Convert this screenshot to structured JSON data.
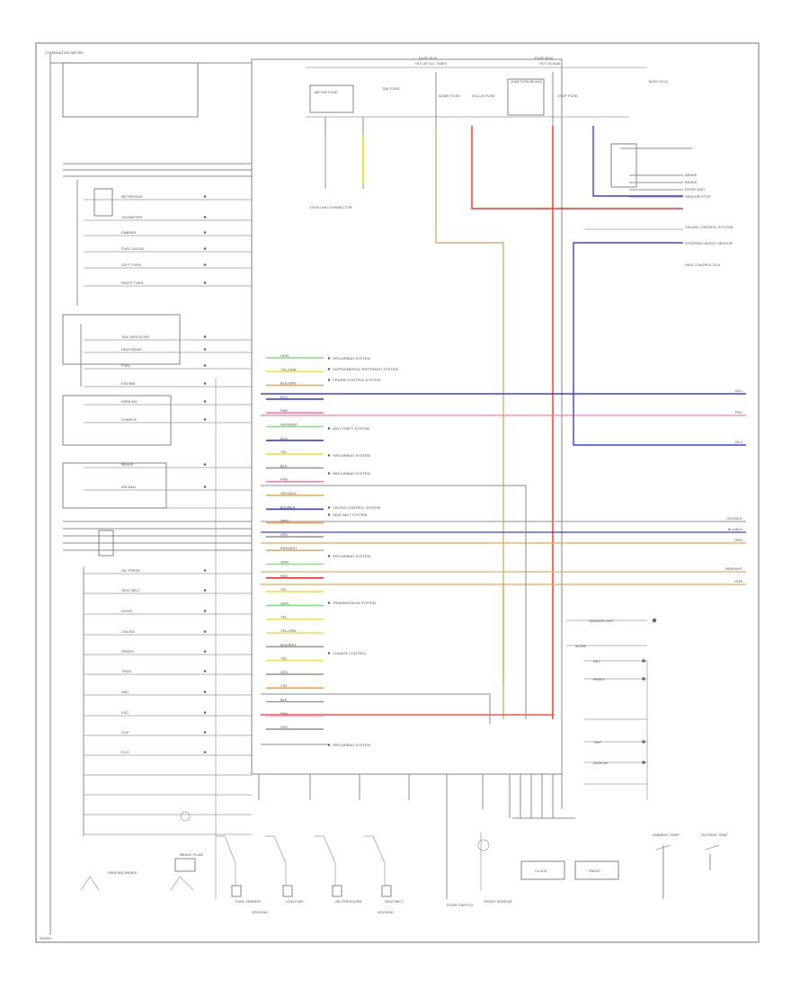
{
  "diagram": {
    "corner_label": "COMBINATION METER",
    "footer_label": "3/00/01",
    "colors": {
      "blue": "#3b3bff",
      "red": "#ff2b2b",
      "tan": "#d9b070",
      "orange": "#f5a34a",
      "yellow": "#f0e23c",
      "green": "#7ee07e",
      "pink": "#ff7aa6",
      "gray": "#9a9a9a"
    },
    "top_labels": {
      "fuse_box_left": "FUSE BOX",
      "fuse_box_right": "FUSE BOX",
      "hot_run": "HOT AT ALL TIMES",
      "hot_acc": "HOT IN RUN",
      "meter_fuse": "METER FUSE",
      "tail_fuse": "TAIL FUSE",
      "dome_fuse": "DOME FUSE",
      "ecu_fuse": "ECU-IG FUSE",
      "stop_fuse": "STOP FUSE",
      "junction": "JUNCTION BLOCK",
      "data_link": "DATA LINK CONNECTOR",
      "body_ecu": "BODY ECU"
    },
    "right_top_labels": [
      "BRAKE",
      "BRAKE",
      "DOOR UNIT",
      "SENSOR STOP",
      "CRUISE CONTROL SYSTEM",
      "STEERING ANGLE SENSOR",
      "SKID CONTROL ECU"
    ],
    "left_labels": [
      "METER BUS",
      "ODOMETER",
      "DIMMER",
      "FUEL GAUGE",
      "LEFT TURN",
      "RIGHT TURN",
      "TAIL INDICATOR",
      "HIGH BEAM",
      "FUEL",
      "ENGINE",
      "PARKING",
      "CHARGE",
      "BRAKE",
      "AIR BAG",
      "OIL PRESS",
      "SEAT BELT",
      "DOOR",
      "CRUISE",
      "SPEED",
      "TPMS",
      "ABS",
      "VSC",
      "SLIP",
      "ECO"
    ],
    "center_wire_labels": [
      "GRN",
      "YEL/GRN",
      "BLK/GRN",
      "BLU",
      "PNK",
      "GRN/WHT",
      "BLU",
      "YEL",
      "BLK",
      "PNK",
      "ORG/BLK",
      "BLU/BLK",
      "ORG",
      "GRY",
      "BRN/WHT",
      "GRN",
      "RED",
      "YEL",
      "GRN",
      "YEL",
      "YEL/GRN",
      "BLK/WHT",
      "YEL",
      "GRY",
      "VIO",
      "BLK",
      "PNK",
      "GRY"
    ],
    "center_system_labels": [
      "SRS AIRBAG SYSTEM",
      "SUPPLEMENTAL RESTRAINT SYSTEM",
      "CRUISE CONTROL SYSTEM",
      "ANTI-THEFT SYSTEM",
      "SRS AIRBAG SYSTEM",
      "SRS AIRBAG SYSTEM",
      "CRUISE CONTROL SYSTEM",
      "SEAT BELT SYSTEM",
      "SRS AIRBAG SYSTEM",
      "TRANSMISSION SYSTEM",
      "CLIMATE CONTROL",
      "SRS AIRBAG SYSTEM"
    ],
    "right_edge_labels": [
      "BLU",
      "PNK",
      "BLU",
      "ORG/BLK",
      "BLU/BLK",
      "ORG",
      "BRN/WHT",
      "GRN"
    ],
    "bottom_labels": [
      "PARKING BRAKE",
      "BRAKE FLUID",
      "FUEL SENDER",
      "LOW FUEL",
      "OIL PRESSURE",
      "SEAT BELT",
      "DOOR SWITCH",
      "SPEED SENSOR",
      "CLOCK",
      "RADIO",
      "AMBIENT TEMP",
      "OUTSIDE TEMP",
      "GROUND",
      "GROUND"
    ],
    "bottom_right_labels": [
      "SENSOR UNIT",
      "MODE",
      "SET",
      "RESET",
      "TRIP",
      "DISPLAY"
    ]
  }
}
